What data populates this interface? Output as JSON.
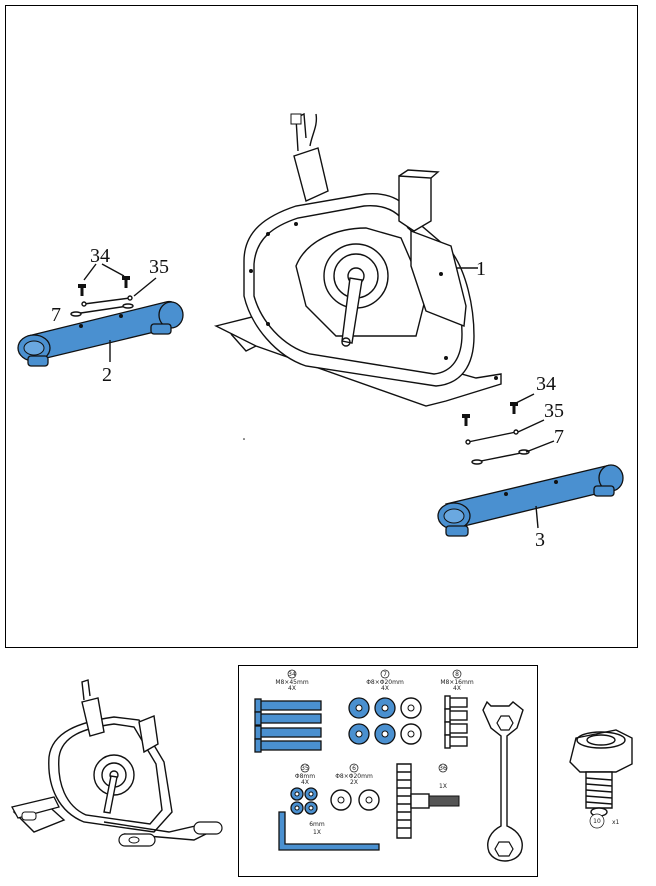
{
  "callouts": {
    "frame": "1",
    "front_stabilizer": "2",
    "rear_stabilizer": "3",
    "bolt_left": "34",
    "washer_left": "35",
    "arc_washer_left": "7",
    "bolt_right": "34",
    "washer_right": "35",
    "arc_washer_right": "7"
  },
  "hardware": [
    {
      "number": "34",
      "spec": "M8×45mm",
      "qty": "4X"
    },
    {
      "number": "7",
      "spec": "Φ8×Φ20mm",
      "qty": "4X"
    },
    {
      "number": "8",
      "spec": "M8×16mm",
      "qty": "4X"
    },
    {
      "number": "35",
      "spec": "Φ8mm",
      "qty": "4X"
    },
    {
      "number": "6",
      "spec": "Φ8×Φ20mm",
      "qty": "2X"
    },
    {
      "number": "36",
      "spec": "",
      "qty": "1X"
    },
    {
      "number": "6mm",
      "spec": "",
      "qty": "1X"
    }
  ],
  "extra_part": {
    "number": "10",
    "qty": "x1"
  },
  "colors": {
    "part_highlight": "#4a90d0",
    "line": "#111111"
  }
}
